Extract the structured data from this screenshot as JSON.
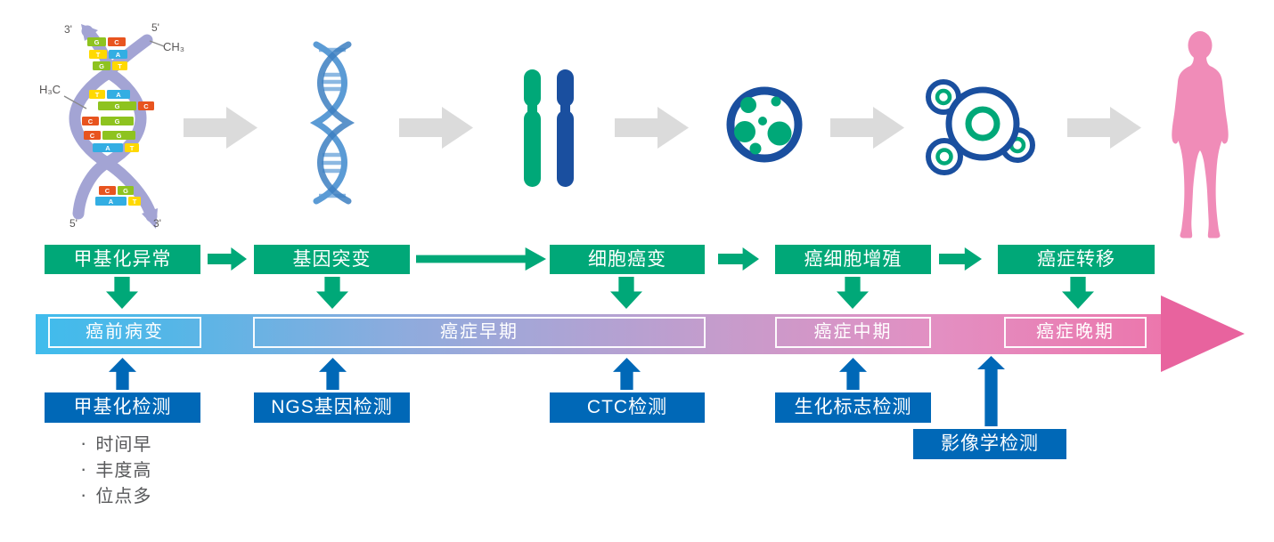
{
  "dna": {
    "label_3prime_top": "3'",
    "label_5prime_top": "5'",
    "label_ch3": "CH₃",
    "label_h3c": "H₃C",
    "label_5prime_bottom": "5'",
    "label_3prime_bottom": "3'",
    "base_colors": {
      "G": "#8EC31F",
      "C": "#E8541F",
      "T": "#FFD900",
      "A": "#33AEE3"
    },
    "top_pairs": [
      [
        "G",
        "C"
      ],
      [
        "T",
        "A"
      ],
      [
        "G",
        "T"
      ]
    ],
    "middle_pairs": [
      [
        "T",
        "A"
      ],
      [
        "G",
        "C"
      ],
      [
        "C",
        "G"
      ],
      [
        "C",
        "G"
      ],
      [
        "A",
        "T"
      ]
    ],
    "bottom_pairs": [
      [
        "C",
        "G"
      ],
      [
        "A",
        "T"
      ]
    ]
  },
  "process_steps": [
    {
      "label": "甲基化异常"
    },
    {
      "label": "基因突变"
    },
    {
      "label": "细胞癌变"
    },
    {
      "label": "癌细胞增殖"
    },
    {
      "label": "癌症转移"
    }
  ],
  "timeline_stages": [
    {
      "label": "癌前病变"
    },
    {
      "label": "癌症早期"
    },
    {
      "label": "癌症中期"
    },
    {
      "label": "癌症晚期"
    }
  ],
  "detections": [
    {
      "label": "甲基化检测"
    },
    {
      "label": "NGS基因检测"
    },
    {
      "label": "CTC检测"
    },
    {
      "label": "生化标志检测"
    },
    {
      "label": "影像学检测"
    }
  ],
  "methylation_features": {
    "bullet": "·",
    "items": [
      "时间早",
      "丰度高",
      "位点多"
    ]
  },
  "colors": {
    "step_green": "#00A878",
    "detect_blue": "#0068B7",
    "navy": "#1A4F9F",
    "base_green": "#8EC31F",
    "base_red": "#E8541F",
    "base_yellow": "#FFD900",
    "base_cyan": "#33AEE3",
    "timeline_start": "#40BCEC",
    "timeline_end": "#EC76AC",
    "arrowhead_pink": "#E8639E",
    "body_pink": "#F08CB8",
    "strand_lavender": "#A3A4D4",
    "gray_arrow": "#DBDBDB"
  }
}
